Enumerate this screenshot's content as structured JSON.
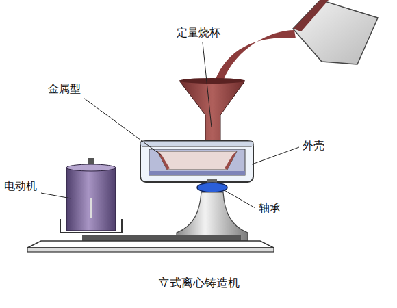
{
  "diagram": {
    "caption": "立式离心铸造机",
    "labels": [
      "定量烧杯",
      "金属型",
      "外壳",
      "电动机",
      "轴承"
    ]
  }
}
